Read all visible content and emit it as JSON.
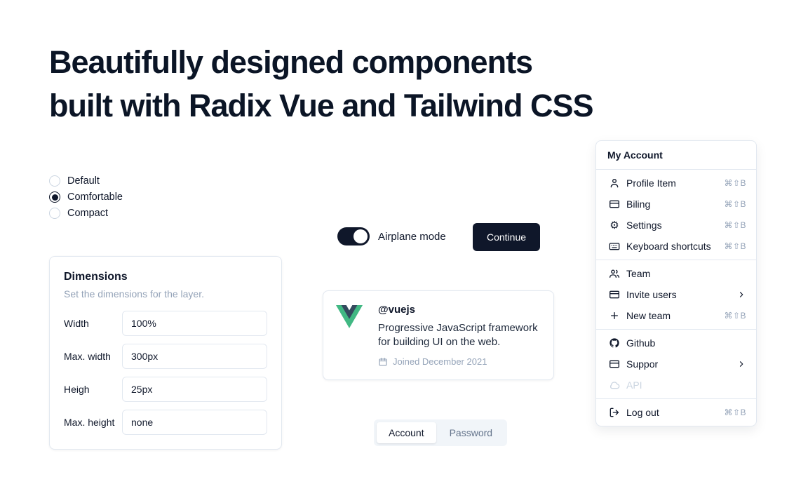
{
  "heading": {
    "line1": "Beautifully designed components",
    "line2": "built with Radix Vue and Tailwind CSS"
  },
  "radio_group": {
    "options": [
      {
        "label": "Default",
        "selected": false
      },
      {
        "label": "Comfortable",
        "selected": true
      },
      {
        "label": "Compact",
        "selected": false
      }
    ]
  },
  "dimensions_card": {
    "title": "Dimensions",
    "subtitle": "Set the dimensions for the layer.",
    "fields": [
      {
        "label": "Width",
        "value": "100%"
      },
      {
        "label": "Max. width",
        "value": "300px"
      },
      {
        "label": "Heigh",
        "value": "25px"
      },
      {
        "label": "Max. height",
        "value": "none"
      }
    ]
  },
  "airplane_toggle": {
    "label": "Airplane mode",
    "on": true
  },
  "continue_button": {
    "label": "Continue"
  },
  "vue_card": {
    "handle": "@vuejs",
    "description": "Progressive JavaScript framework for building UI on the web.",
    "joined": "Joined December 2021"
  },
  "tabs": {
    "items": [
      {
        "label": "Account",
        "active": true
      },
      {
        "label": "Password",
        "active": false
      }
    ]
  },
  "account_menu": {
    "title": "My Account",
    "groups": [
      {
        "items": [
          {
            "icon": "user",
            "label": "Profile Item",
            "shortcut": "⌘⇧B"
          },
          {
            "icon": "credit-card",
            "label": "Biling",
            "shortcut": "⌘⇧B"
          },
          {
            "icon": "gear",
            "label": "Settings",
            "shortcut": "⌘⇧B",
            "gear_glyph": "⚙"
          },
          {
            "icon": "keyboard",
            "label": "Keyboard shortcuts",
            "shortcut": "⌘⇧B"
          }
        ]
      },
      {
        "items": [
          {
            "icon": "users",
            "label": "Team"
          },
          {
            "icon": "card",
            "label": "Invite users",
            "chevron": true
          },
          {
            "icon": "plus",
            "label": "New team",
            "shortcut": "⌘⇧B"
          }
        ]
      },
      {
        "items": [
          {
            "icon": "github",
            "label": "Github"
          },
          {
            "icon": "card",
            "label": "Suppor",
            "chevron": true
          },
          {
            "icon": "cloud",
            "label": "API",
            "disabled": true
          }
        ]
      },
      {
        "items": [
          {
            "icon": "log-out",
            "label": "Log out",
            "shortcut": "⌘⇧B"
          }
        ]
      }
    ]
  },
  "colors": {
    "accent": "#0f172a",
    "border": "#e2e8f0",
    "muted": "#94a3b8",
    "vue_green": "#41B883",
    "vue_navy": "#34495E"
  }
}
